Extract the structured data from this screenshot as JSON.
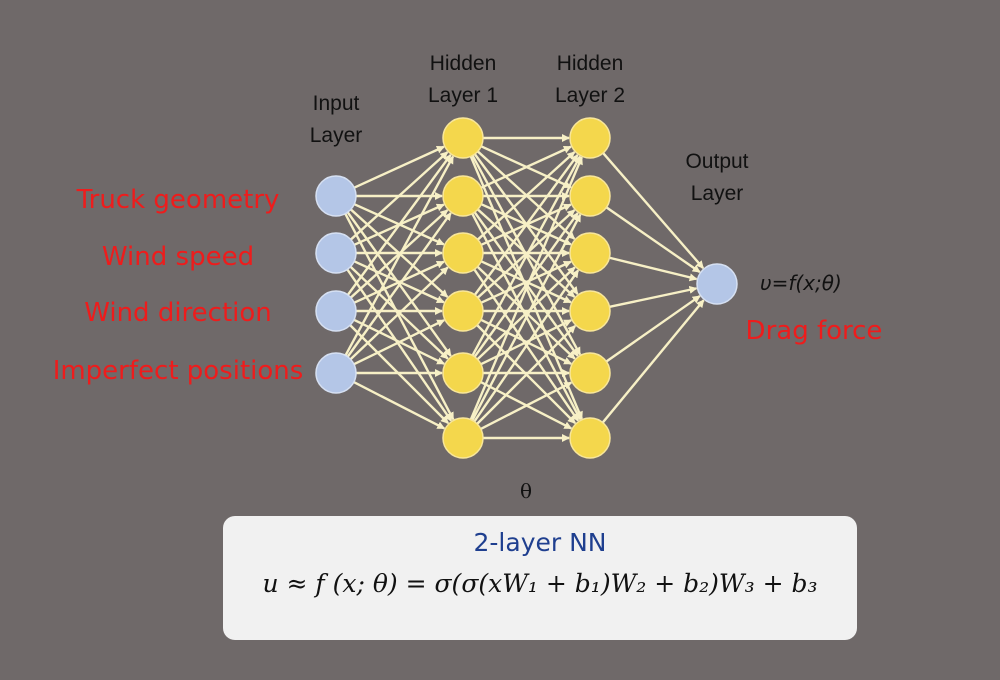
{
  "layers": {
    "input_title": [
      "Input",
      "Layer"
    ],
    "hidden1_title": [
      "Hidden",
      "Layer 1"
    ],
    "hidden2_title": [
      "Hidden",
      "Layer 2"
    ],
    "output_title": [
      "Output",
      "Layer"
    ]
  },
  "network": {
    "input_nodes": 4,
    "hidden1_nodes": 6,
    "hidden2_nodes": 6,
    "output_nodes": 1
  },
  "inputs": [
    "Truck geometry",
    "Wind speed",
    "Wind direction",
    "Imperfect positions"
  ],
  "output": {
    "equation": "υ=f(x;θ)",
    "label": "Drag force"
  },
  "theta": "θ",
  "formula_box": {
    "title": "2-layer NN",
    "formula": "u ≈ f (x; θ) = σ(σ(xW₁ + b₁)W₂ + b₂)W₃ + b₃"
  },
  "colors": {
    "background": "#6f6969",
    "edge": "#f7f0c6",
    "input_node": "#b4c6e7",
    "hidden_node": "#f4d74c",
    "label_red": "#ee1c1c",
    "box_title_blue": "#1f3f8f"
  }
}
